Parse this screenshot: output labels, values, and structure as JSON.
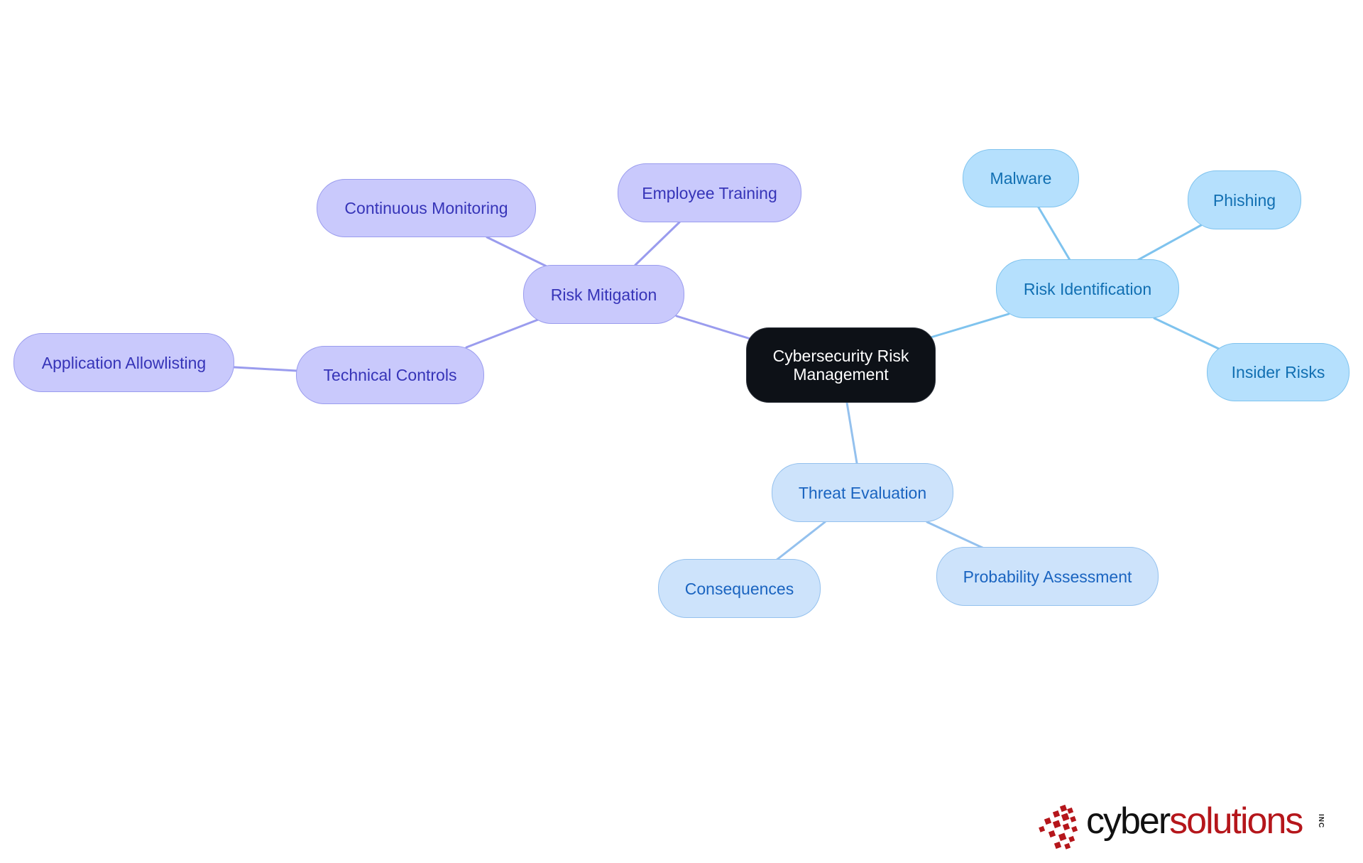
{
  "diagram": {
    "root": {
      "label": "Cybersecurity Risk Management"
    },
    "branches": [
      {
        "id": "mitigation",
        "label": "Risk Mitigation",
        "color": "#9a9cee",
        "children": [
          {
            "label": "Continuous Monitoring"
          },
          {
            "label": "Employee Training"
          },
          {
            "label": "Technical Controls",
            "children": [
              {
                "label": "Application Allowlisting"
              }
            ]
          }
        ]
      },
      {
        "id": "identification",
        "label": "Risk Identification",
        "color": "#7fc3ee",
        "children": [
          {
            "label": "Malware"
          },
          {
            "label": "Phishing"
          },
          {
            "label": "Insider Risks"
          }
        ]
      },
      {
        "id": "threat",
        "label": "Threat Evaluation",
        "color": "#94c1ee",
        "children": [
          {
            "label": "Consequences"
          },
          {
            "label": "Probability Assessment"
          }
        ]
      }
    ]
  },
  "logo": {
    "part1": "cyber",
    "part2": "solutions",
    "suffix": "INC",
    "colors": {
      "dark": "#111111",
      "red": "#b5161b"
    }
  }
}
